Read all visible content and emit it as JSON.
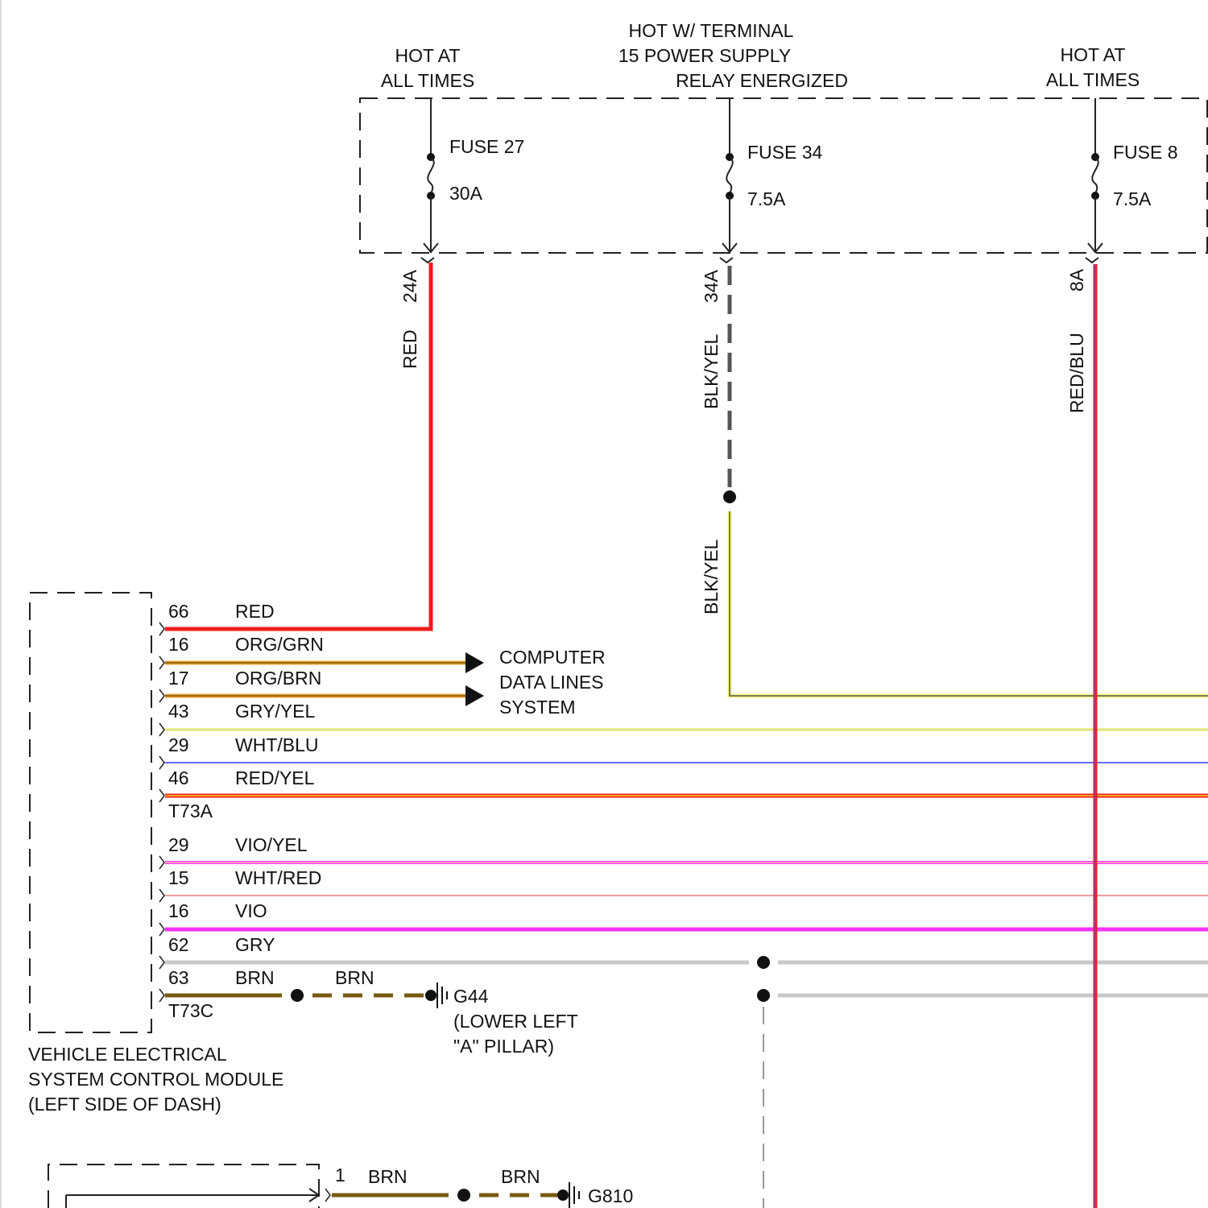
{
  "supply_labels": {
    "left_line1": "HOT AT",
    "left_line2": "ALL TIMES",
    "middle_line1": "HOT W/ TERMINAL",
    "middle_line2": "15 POWER SUPPLY",
    "middle_line3": "RELAY ENERGIZED",
    "right_line1": "HOT AT",
    "right_line2": "ALL TIMES"
  },
  "fuses": [
    {
      "name": "FUSE 27",
      "rating": "30A",
      "circuit": "24A",
      "wire_color": "RED"
    },
    {
      "name": "FUSE 34",
      "rating": "7.5A",
      "circuit": "34A",
      "wire_color": "BLK/YEL"
    },
    {
      "name": "FUSE 8",
      "rating": "7.5A",
      "circuit": "8A",
      "wire_color": "RED/BLU"
    }
  ],
  "lower_wire_label": "BLK/YEL",
  "connector_t73a": {
    "name": "T73A",
    "pins": [
      {
        "pin": "66",
        "color": "RED"
      },
      {
        "pin": "16",
        "color": "ORG/GRN"
      },
      {
        "pin": "17",
        "color": "ORG/BRN"
      },
      {
        "pin": "43",
        "color": "GRY/YEL"
      },
      {
        "pin": "29",
        "color": "WHT/BLU"
      },
      {
        "pin": "46",
        "color": "RED/YEL"
      }
    ]
  },
  "connector_t73c": {
    "name": "T73C",
    "pins": [
      {
        "pin": "29",
        "color": "VIO/YEL"
      },
      {
        "pin": "15",
        "color": "WHT/RED"
      },
      {
        "pin": "16",
        "color": "VIO"
      },
      {
        "pin": "62",
        "color": "GRY"
      },
      {
        "pin": "63",
        "color": "BRN"
      }
    ]
  },
  "data_lines_label": {
    "line1": "COMPUTER",
    "line2": "DATA LINES",
    "line3": "SYSTEM"
  },
  "ground_g44": {
    "wire_color": "BRN",
    "name": "G44",
    "location_line1": "(LOWER LEFT",
    "location_line2": "\"A\" PILLAR)"
  },
  "module_label": {
    "line1": "VEHICLE ELECTRICAL",
    "line2": "SYSTEM CONTROL MODULE",
    "line3": "(LEFT SIDE OF DASH)"
  },
  "bottom_connector": {
    "pin": "1",
    "wire_color_1": "BRN",
    "wire_color_2": "BRN",
    "ground": "G810"
  },
  "colors": {
    "red": "#ee1c1c",
    "orange": "#f0a030",
    "brown": "#7a5a10",
    "yellow": "#f5f57a",
    "blue": "#3a3aff",
    "magenta": "#ff33ff",
    "pink": "#f49a9a",
    "gray": "#c8c8c8",
    "dark_gray": "#555555"
  }
}
